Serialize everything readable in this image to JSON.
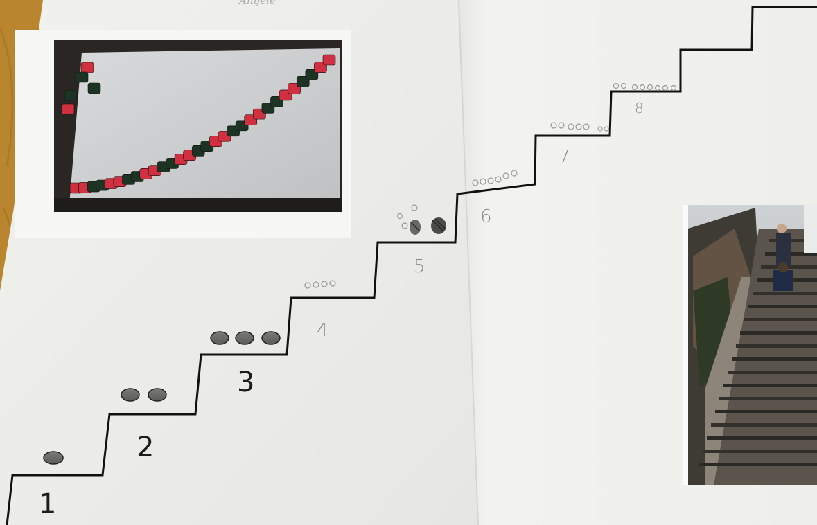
{
  "handwritten_name": "Angèle",
  "steps": [
    {
      "number": "1",
      "dots": 1,
      "style": "printed"
    },
    {
      "number": "2",
      "dots": 2,
      "style": "printed"
    },
    {
      "number": "3",
      "dots": 3,
      "style": "printed"
    },
    {
      "number": "4",
      "dots": 4,
      "style": "handwritten"
    },
    {
      "number": "5",
      "dots": 5,
      "style": "handwritten"
    },
    {
      "number": "6",
      "dots": 6,
      "style": "handwritten"
    },
    {
      "number": "7",
      "dots": 7,
      "style": "handwritten"
    },
    {
      "number": "8",
      "dots": 8,
      "style": "handwritten"
    }
  ],
  "photos": {
    "blocks": {
      "subject": "red and green linking cubes arranged in a curve"
    },
    "stairs": {
      "subject": "children on outdoor concrete stairs"
    }
  },
  "colors": {
    "table": "#b9862f",
    "paper_left": "#eeeeea",
    "paper_right": "#f3f3f0",
    "line": "#111111",
    "printed_dot": "#6b6b69",
    "red_cube": "#d0303f",
    "green_cube": "#1d3324"
  }
}
